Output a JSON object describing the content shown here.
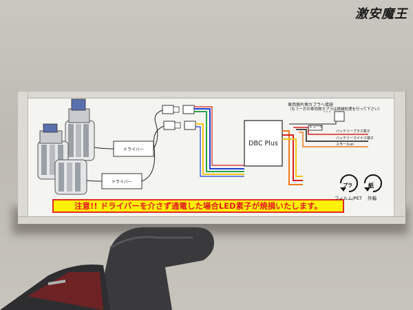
{
  "logo_text": "激安魔王",
  "diagram": {
    "controller_label": "DBC Plus",
    "driver_upper_label": "ドライバー",
    "driver_lower_label": "ドライバー",
    "note_line1": "車両側片側カプラへ接続",
    "note_line2": "（もう一方の車両側カプラは絶縁処理を行って下さい）",
    "fuse_label": "ヒューズ",
    "wire_battery_plus": "バッテリープラス端子",
    "wire_battery_minus": "バッテリーマイナス端子",
    "wire_small": "スモールon"
  },
  "warning_text": "注意!! ドライバーを介さず通電した場合LED素子が焼損いたします。",
  "recycle": {
    "plastic_symbol": "プラ",
    "plastic_caption": "フィルム/PET",
    "paper_symbol": "紙",
    "paper_caption": "外箱"
  },
  "colors": {
    "warning_bg": "#fff10a",
    "warning_text": "#e21d1d",
    "wire_blue": "#1f3fd1",
    "wire_green": "#2aa44a",
    "wire_yellow": "#f2c419",
    "wire_orange": "#f07a1a",
    "wire_red": "#d8201c",
    "glove": "#3a3a3d"
  }
}
